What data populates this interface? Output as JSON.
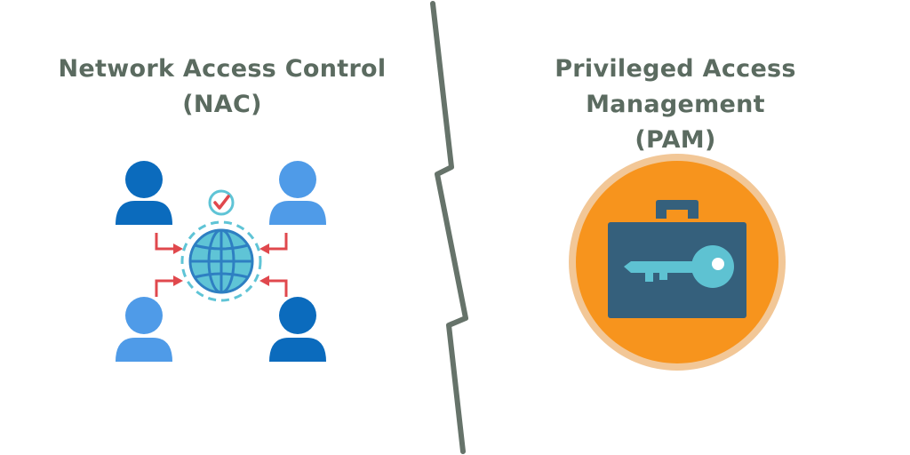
{
  "left_panel": {
    "title_line1": "Network Access Control",
    "title_line2": "(NAC)"
  },
  "right_panel": {
    "title_line1": "Privileged Access Management",
    "title_line2": "(PAM)"
  },
  "colors": {
    "title_text": "#5b6b60",
    "divider": "#66736a",
    "user_dark": "#0b6bbd",
    "user_light": "#4f9be8",
    "arrow": "#e0484d",
    "globe": "#5fc4d6",
    "globe_lines": "#2e7fc2",
    "check": "#e0484d",
    "pam_circle": "#f7941d",
    "pam_ring": "#f2c797",
    "briefcase": "#35607c",
    "key": "#5ec2d2"
  },
  "icons": [
    "user-icon",
    "globe-icon",
    "check-badge-icon",
    "arrow-icon",
    "briefcase-icon",
    "key-icon",
    "zigzag-divider"
  ]
}
